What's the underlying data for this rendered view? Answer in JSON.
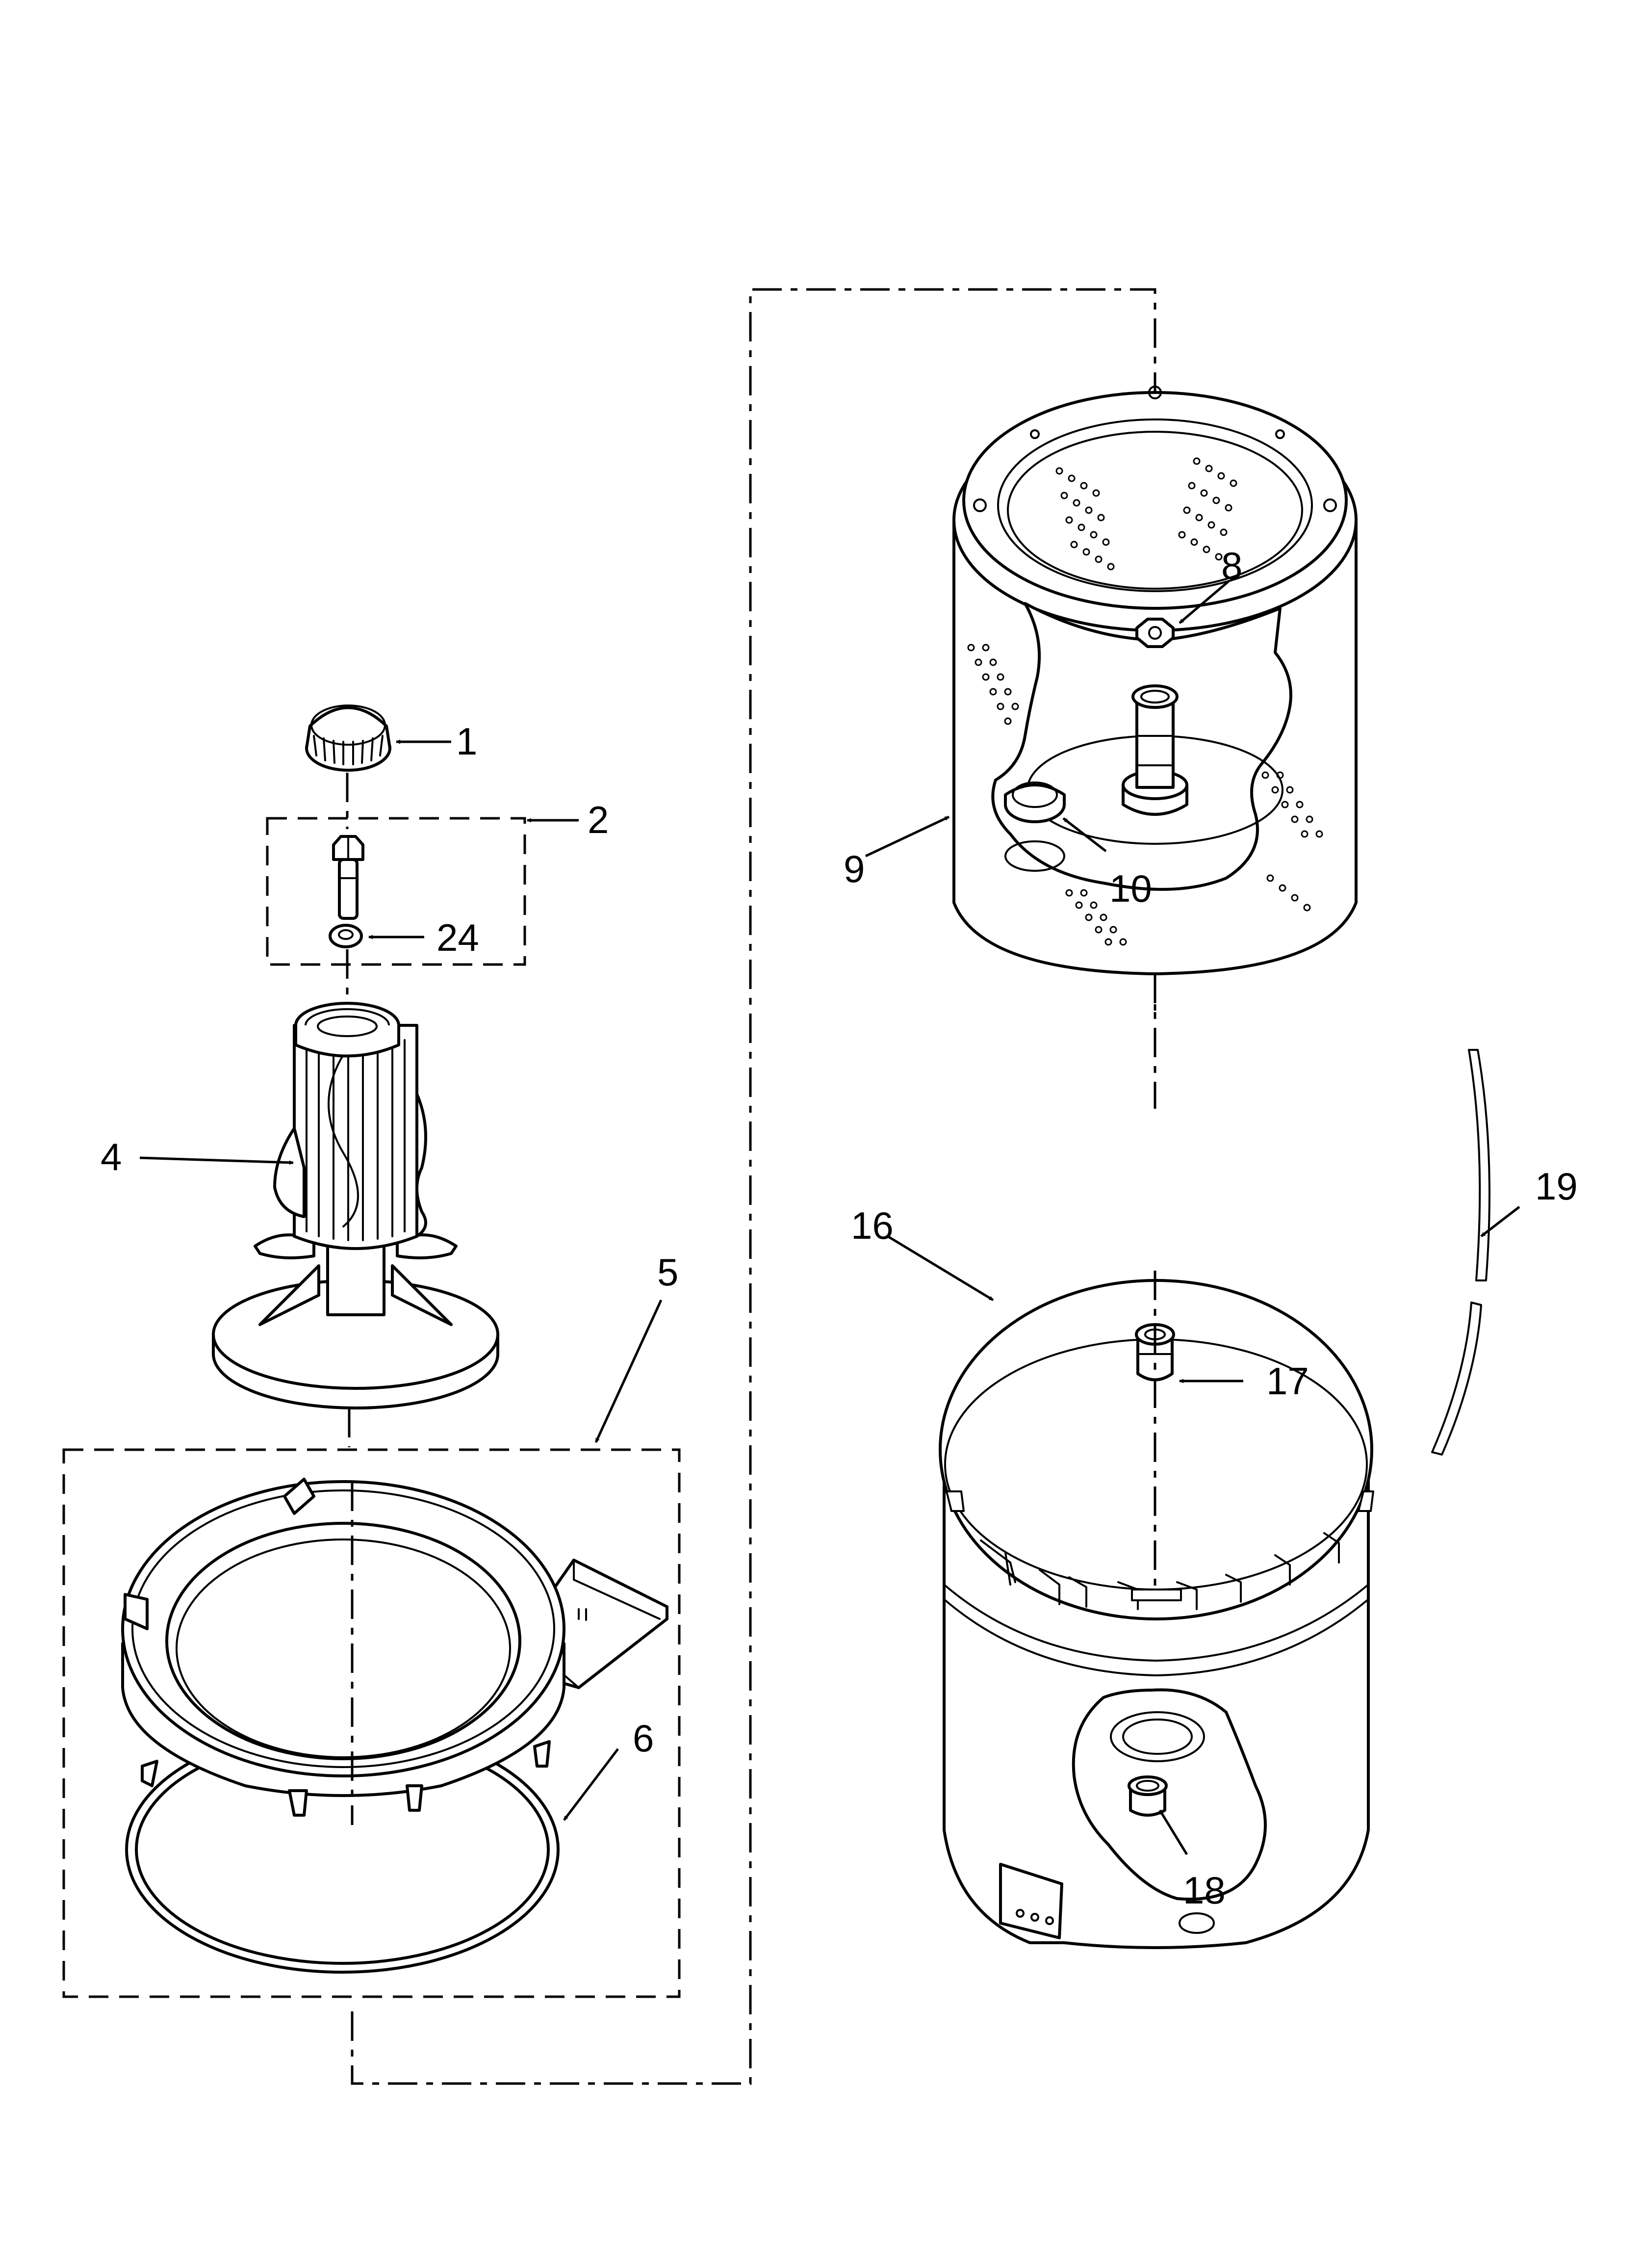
{
  "diagram": {
    "callouts": {
      "c1": "1",
      "c2": "2",
      "c24": "24",
      "c4": "4",
      "c5": "5",
      "c6": "6",
      "c8": "8",
      "c9": "9",
      "c10": "10",
      "c16": "16",
      "c17": "17",
      "c18": "18",
      "c19": "19"
    }
  }
}
